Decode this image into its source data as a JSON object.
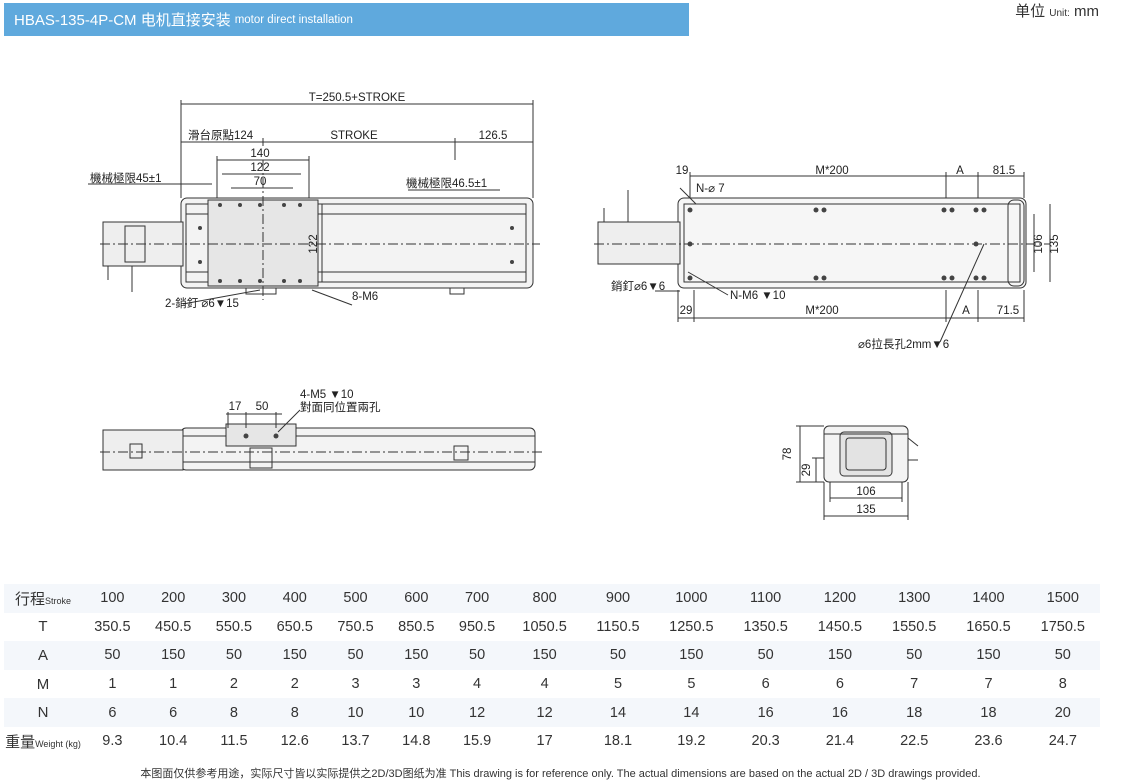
{
  "header": {
    "title_main": "HBAS-135-4P-CM 电机直接安装",
    "title_sub": "motor direct installation",
    "unit_zh": "单位",
    "unit_en": "Unit:",
    "unit_value": "mm"
  },
  "drawing": {
    "t_formula": "T=250.5+STROKE",
    "origin": "滑台原點124",
    "stroke": "STROKE",
    "d126_5": "126.5",
    "d140": "140",
    "d122": "122",
    "d70": "70",
    "limit_left": "機械極限45±1",
    "limit_right": "機械極限46.5±1",
    "d122_vert": "122",
    "pin_left": "2-銷釘 ⌀6▼15",
    "m6": "8-M6",
    "d19": "19",
    "n_d7": "N-⌀ 7",
    "m200_top": "M*200",
    "a_top": "A",
    "d81_5": "81.5",
    "d106_vert": "106",
    "d135_vert": "135",
    "pin_right": "銷釘⌀6▼6",
    "n_m6": "N-M6 ▼10",
    "d29": "29",
    "m200_bot": "M*200",
    "a_bot": "A",
    "d71_5": "71.5",
    "slot": "⌀6拉長孔2mm▼6",
    "m5": "4-M5 ▼10",
    "opposite": "對面同位置兩孔",
    "d17": "17",
    "d50": "50",
    "d78": "78",
    "d29_end": "29",
    "d106_end": "106",
    "d135_end": "135"
  },
  "table": {
    "rows": [
      {
        "label": "行程",
        "label_en": "Stroke",
        "values": [
          "100",
          "200",
          "300",
          "400",
          "500",
          "600",
          "700",
          "800",
          "900",
          "1000",
          "1100",
          "1200",
          "1300",
          "1400",
          "1500"
        ]
      },
      {
        "label": "T",
        "label_en": "",
        "values": [
          "350.5",
          "450.5",
          "550.5",
          "650.5",
          "750.5",
          "850.5",
          "950.5",
          "1050.5",
          "1150.5",
          "1250.5",
          "1350.5",
          "1450.5",
          "1550.5",
          "1650.5",
          "1750.5"
        ]
      },
      {
        "label": "A",
        "label_en": "",
        "values": [
          "50",
          "150",
          "50",
          "150",
          "50",
          "150",
          "50",
          "150",
          "50",
          "150",
          "50",
          "150",
          "50",
          "150",
          "50"
        ]
      },
      {
        "label": "M",
        "label_en": "",
        "values": [
          "1",
          "1",
          "2",
          "2",
          "3",
          "3",
          "4",
          "4",
          "5",
          "5",
          "6",
          "6",
          "7",
          "7",
          "8"
        ]
      },
      {
        "label": "N",
        "label_en": "",
        "values": [
          "6",
          "6",
          "8",
          "8",
          "10",
          "10",
          "12",
          "12",
          "14",
          "14",
          "16",
          "16",
          "18",
          "18",
          "20"
        ]
      },
      {
        "label": "重量",
        "label_en": "Weight (kg)",
        "values": [
          "9.3",
          "10.4",
          "11.5",
          "12.6",
          "13.7",
          "14.8",
          "15.9",
          "17",
          "18.1",
          "19.2",
          "20.3",
          "21.4",
          "22.5",
          "23.6",
          "24.7"
        ]
      }
    ]
  },
  "footnote": "本图面仅供参考用途，实际尺寸皆以实际提供之2D/3D图纸为准 This drawing is for reference only. The actual dimensions are based on the actual 2D / 3D drawings provided."
}
